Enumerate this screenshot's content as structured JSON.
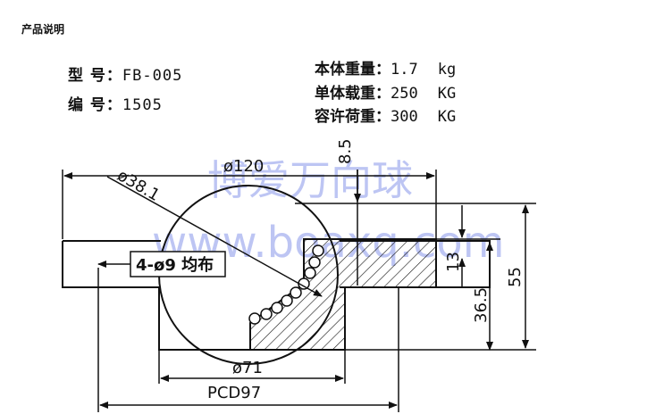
{
  "caption": "产品说明",
  "model_label": "型  号：",
  "model_value": "FB-005",
  "code_label": "编  号：",
  "code_value": "1505",
  "loads": [
    {
      "label": "本体重量：",
      "value": "1.7",
      "unit": "kg"
    },
    {
      "label": "单体载重：",
      "value": "250",
      "unit": "KG"
    },
    {
      "label": "容许荷重：",
      "value": "300",
      "unit": "KG"
    }
  ],
  "dimensions": {
    "outer_dia": "ø120",
    "ball_dia": "ø38.1",
    "holes": "4-ø9 均布",
    "body_dia": "ø71",
    "pcd": "PCD97",
    "protrusion": "8.5",
    "flange_thickness": "13",
    "height_below": "36.5",
    "total_height": "55"
  },
  "watermark": {
    "title": "博爱万向球",
    "url": "www.boaxq.com",
    "color": "#9aa7ee"
  }
}
